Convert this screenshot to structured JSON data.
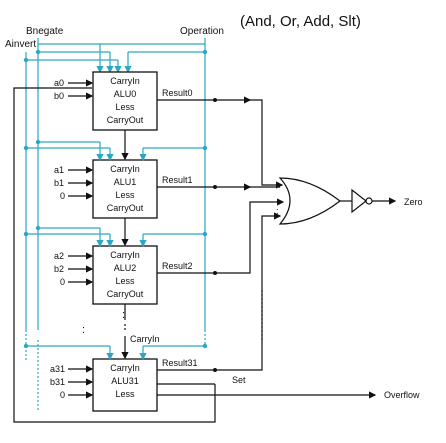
{
  "controls": {
    "bnegate": "Bnegate",
    "operation": "Operation",
    "ainvert": "Ainvert",
    "ops": "(And, Or, Add, Slt)"
  },
  "alus": [
    {
      "a": "a0",
      "b": "b0",
      "less": "",
      "lines": [
        "CarryIn",
        "ALU0",
        "Less",
        "CarryOut"
      ],
      "result": "Result0"
    },
    {
      "a": "a1",
      "b": "b1",
      "less": "0",
      "lines": [
        "CarryIn",
        "ALU1",
        "Less",
        "CarryOut"
      ],
      "result": "Result1"
    },
    {
      "a": "a2",
      "b": "b2",
      "less": "0",
      "lines": [
        "CarryIn",
        "ALU2",
        "Less",
        "CarryOut"
      ],
      "result": "Result2"
    },
    {
      "a": "a31",
      "b": "b31",
      "less": "0",
      "lines": [
        "CarryIn",
        "ALU31",
        "Less"
      ],
      "result": "Result31"
    }
  ],
  "carry_label": "CarryIn",
  "ellipsis": ":",
  "outputs": {
    "zero": "Zero",
    "set": "Set",
    "overflow": "Overflow"
  },
  "colors": {
    "control_lines": "#2aa7c4",
    "wires": "#111111"
  }
}
